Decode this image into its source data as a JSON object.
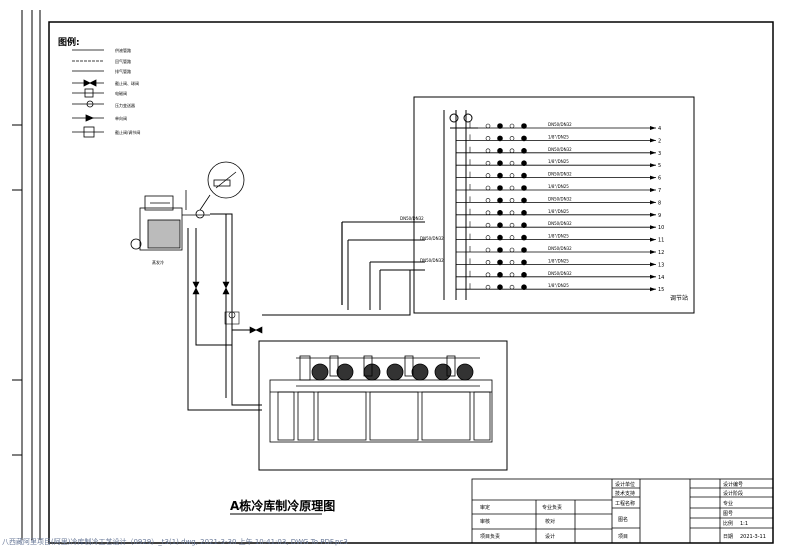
{
  "legend": {
    "title": "图例:",
    "items": [
      "供液管路",
      "回气管路",
      "排气管路",
      "截止阀、球阀",
      "电磁阀",
      "压力变送器",
      "单向阀",
      "截止阀/调节阀"
    ]
  },
  "diagram_title": "A栋冷库制冷原理图",
  "pipe_label": "DN50/DN32",
  "pipe_label_alt": "1/8\"/DN25",
  "outlet_numbers": [
    "4",
    "2",
    "3",
    "5",
    "6",
    "7",
    "8",
    "9",
    "10",
    "11",
    "12",
    "13",
    "14",
    "15"
  ],
  "station_label": "调节站",
  "condenser_label": "蒸发冷",
  "title_block": {
    "left_labels": [
      "审定",
      "审核",
      "项目负责"
    ],
    "mid_labels": [
      "专业负责",
      "校对",
      "设计"
    ],
    "center_labels": [
      "设计单位",
      "技术支持",
      "工程名称",
      "图名",
      "项目"
    ],
    "right_labels": [
      "设计编号",
      "设计阶段",
      "专业",
      "图号",
      "比例",
      "日期"
    ],
    "scale_value": "1:1",
    "date_value": "2021-3-11"
  },
  "footer_text": "八西藏阿里项目(阿里)冷库制冷工艺设计（0929）_t3(1).dwg, 2021-3-30 上午 10:41:03, DWG To PDF.pc3"
}
